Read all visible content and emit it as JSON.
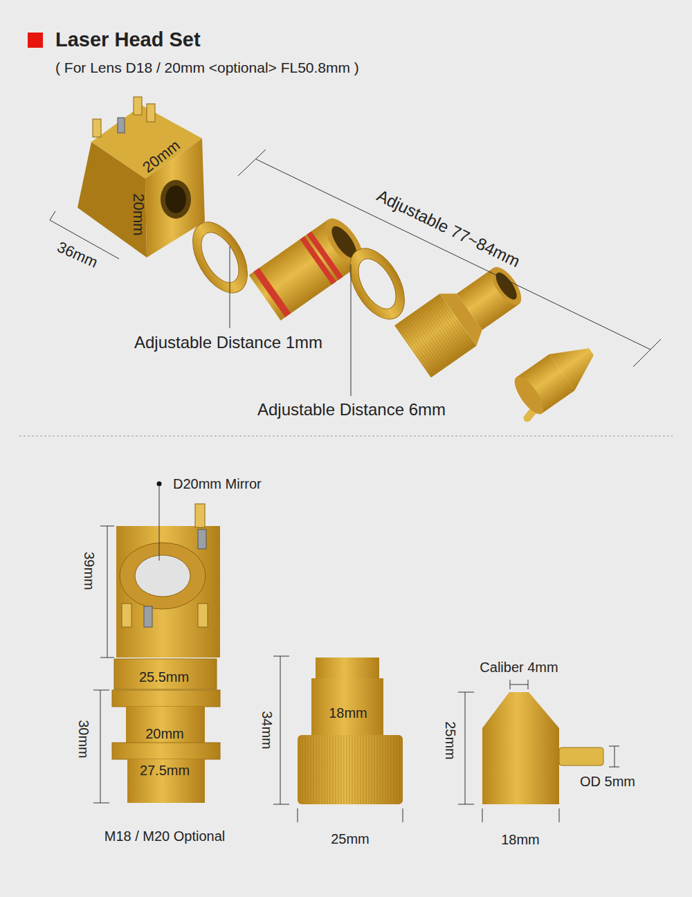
{
  "diagram": {
    "title": "Laser Head Set",
    "labels": [
      "( For Lens D18 / 20mm <optional> FL50.8mm )",
      "20mm",
      "20mm",
      "36mm",
      "Adjustable 77~84mm",
      "Adjustable Distance 1mm",
      "Adjustable Distance 6mm",
      "D20mm Mirror",
      "39mm",
      "25.5mm",
      "30mm",
      "20mm",
      "27.5mm",
      "M18 / M20 Optional",
      "34mm",
      "18mm",
      "25mm",
      "Caliber 4mm",
      "25mm",
      "OD 5mm",
      "18mm"
    ]
  }
}
